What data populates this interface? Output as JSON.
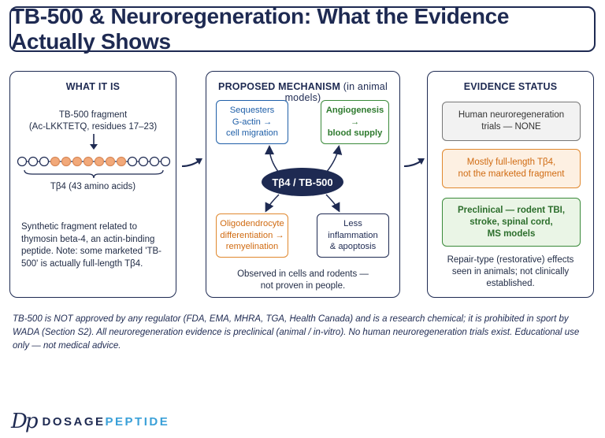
{
  "title": "TB-500 & Neuroregeneration: What the Evidence Actually Shows",
  "what_it_is": {
    "heading": "WHAT IT IS",
    "fragment_label": "TB-500 fragment",
    "fragment_detail": "(Ac-LKKTETQ, residues 17–23)",
    "protein_label": "Tβ4 (43 amino acids)",
    "chain": {
      "total_beads": 14,
      "highlighted_beads": 7,
      "highlight_color": "#f2a97a",
      "bead_color": "#ffffff"
    },
    "description": "Synthetic fragment related to thymosin beta-4, an actin-binding peptide. Note: some marketed 'TB-500' is actually full-length Tβ4."
  },
  "mechanism": {
    "heading": "PROPOSED MECHANISM",
    "heading_sub": "(in animal models)",
    "hub": "Tβ4 / TB-500",
    "box_gactin": [
      "Sequesters",
      "G-actin →",
      "cell migration"
    ],
    "box_angio": [
      "Angiogenesis →",
      "blood supply"
    ],
    "box_oligo": [
      "Oligodendrocyte",
      "differentiation →",
      "remyelination"
    ],
    "box_inflam": [
      "Less inflammation",
      "& apoptosis"
    ],
    "note_line1": "Observed in cells and rodents —",
    "note_line2": "not proven in people."
  },
  "evidence": {
    "heading": "EVIDENCE STATUS",
    "human": [
      "Human neuroregeneration",
      "trials — NONE"
    ],
    "full_length": [
      "Mostly full-length Tβ4,",
      "not the marketed fragment"
    ],
    "preclinical": [
      "Preclinical — rodent TBI,",
      "stroke, spinal cord,",
      "MS models"
    ],
    "note_line1": "Repair-type (restorative) effects",
    "note_line2": "seen in animals; not clinically",
    "note_line3": "established."
  },
  "disclaimer": "TB-500 is NOT approved by any regulator (FDA, EMA, MHRA, TGA, Health Canada) and is a research chemical; it is prohibited in sport by WADA (Section S2). All neuroregeneration evidence is preclinical (animal / in-vitro). No human neuroregeneration trials exist. Educational use only — not medical advice.",
  "brand": {
    "logo": "Dp",
    "name_part1": "DOSAGE",
    "name_part2": "PEPTIDE"
  },
  "colors": {
    "navy": "#1e2a52",
    "blue": "#1f5fa8",
    "green": "#3a8a3a",
    "orange": "#e0882e",
    "accent": "#3aa0d8"
  }
}
